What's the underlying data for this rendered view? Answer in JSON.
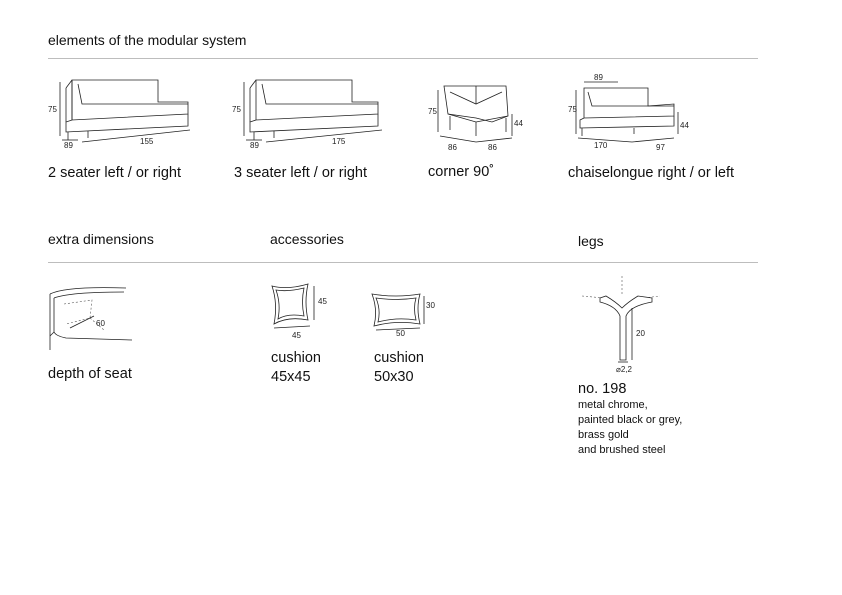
{
  "headings": {
    "modular": "elements of the modular system",
    "extra": "extra dimensions",
    "accessories": "accessories",
    "legs": "legs"
  },
  "items": [
    {
      "label": "2 seater left / or right",
      "dims": {
        "h": "75",
        "d": "89",
        "w": "155"
      }
    },
    {
      "label": "3 seater left / or right",
      "dims": {
        "h": "75",
        "d": "89",
        "w": "175"
      }
    },
    {
      "label": "corner 90˚",
      "dims": {
        "h": "75",
        "seat": "44",
        "a": "86",
        "b": "86"
      }
    },
    {
      "label": "chaiselongue right / or left",
      "dims": {
        "top": "89",
        "h": "75",
        "seat": "44",
        "a": "170",
        "b": "97"
      }
    }
  ],
  "extra": {
    "label": "depth of seat",
    "dim": "60"
  },
  "accessories": [
    {
      "line1": "cushion",
      "line2": "45x45",
      "h": "45",
      "w": "45"
    },
    {
      "line1": "cushion",
      "line2": "50x30",
      "h": "30",
      "w": "50"
    }
  ],
  "legs": {
    "title": "no. 198",
    "lines": [
      "metal chrome,",
      "painted black or grey,",
      "brass gold",
      "and brushed steel"
    ],
    "height": "20",
    "diameter": "⌀2,2"
  }
}
